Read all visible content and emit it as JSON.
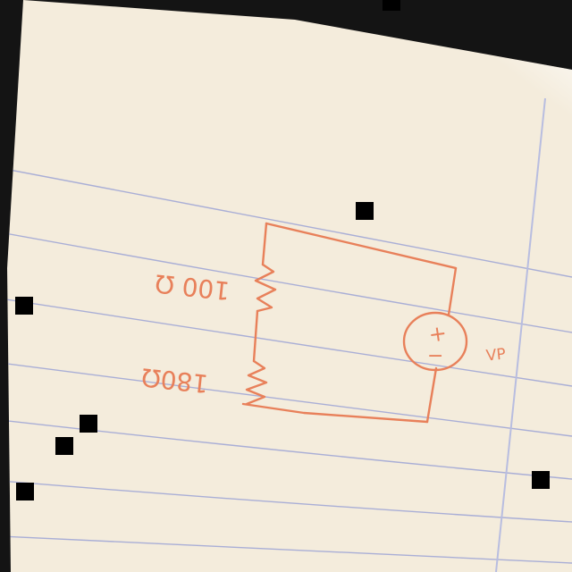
{
  "photo": {
    "background_color": "#141414",
    "paper_color": "#f4ecdc",
    "ruled_line_color": "#a9aed6",
    "margin_line_color": "#b8bde0",
    "ink_color": "#e8805a",
    "occluder_color": "#000000"
  },
  "diagram": {
    "type": "circuit-schematic",
    "components": [
      {
        "kind": "resistor",
        "label": "100 Ω",
        "label_mirrored": true
      },
      {
        "kind": "resistor",
        "label": "180Ω",
        "label_mirrored": true
      },
      {
        "kind": "voltage-source",
        "plus": "+",
        "minus": "−",
        "label": "VP"
      }
    ],
    "text": {
      "r1_label": "100 Ω",
      "r2_label": "180Ω",
      "source_plus": "+",
      "source_minus": "−",
      "source_label": "VP"
    }
  }
}
